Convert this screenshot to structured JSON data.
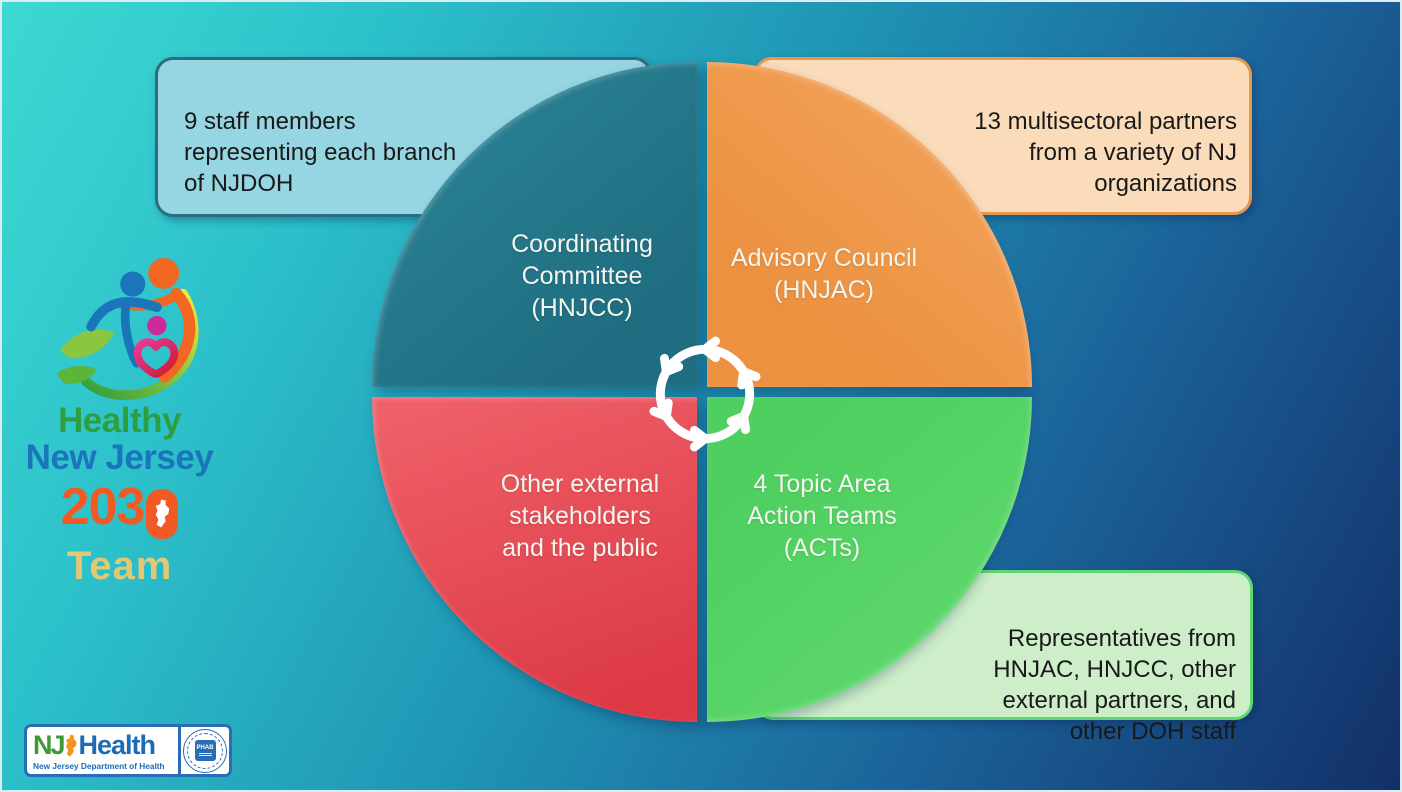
{
  "background": {
    "gradient_start": "#3ED9D2",
    "gradient_mid": "#1F93B3",
    "gradient_end": "#132F68"
  },
  "hnj_logo": {
    "icon": "family-leaf-swoosh-icon",
    "healthy": "Healthy",
    "new_jersey": "New Jersey",
    "year_prefix": "203",
    "year_state_glyph": "nj-state-icon",
    "team": "Team",
    "colors": {
      "healthy": "#2F9E41",
      "new_jersey": "#1B75BB",
      "year": "#F15A24",
      "team": "#E0C874"
    }
  },
  "diagram": {
    "center_icon": "cycle-arrows-icon",
    "quadrants": [
      {
        "name": "coordinating-committee",
        "label": "Coordinating\nCommittee\n(HNJCC)",
        "color": "#23758A",
        "callout": {
          "text": "9 staff members\nrepresenting each branch\nof NJDOH",
          "fill": "#96D6E2",
          "border": "#2B6E81",
          "align": "left"
        }
      },
      {
        "name": "advisory-council",
        "label": "Advisory Council\n(HNJAC)",
        "color": "#F09A4D",
        "callout": {
          "text": "13 multisectoral partners\nfrom a variety of NJ\norganizations",
          "fill": "#FADCBA",
          "border": "#E8984D",
          "align": "right"
        }
      },
      {
        "name": "other-external-stakeholders",
        "label": "Other external\nstakeholders\nand the public",
        "color": "#E5454E"
      },
      {
        "name": "topic-area-action-teams",
        "label": "4 Topic Area\nAction Teams\n(ACTs)",
        "color": "#57D466",
        "callout": {
          "text": "Representatives from\nHNJAC, HNJCC, other\nexternal partners, and\nother DOH staff",
          "fill": "#CDEEC9",
          "border": "#5ED872",
          "align": "right"
        }
      }
    ]
  },
  "footer_logo": {
    "nj": "NJ",
    "health": "Health",
    "state_icon": "nj-state-icon",
    "subtitle": "New Jersey Department of Health",
    "seal_label": "PHAB"
  }
}
